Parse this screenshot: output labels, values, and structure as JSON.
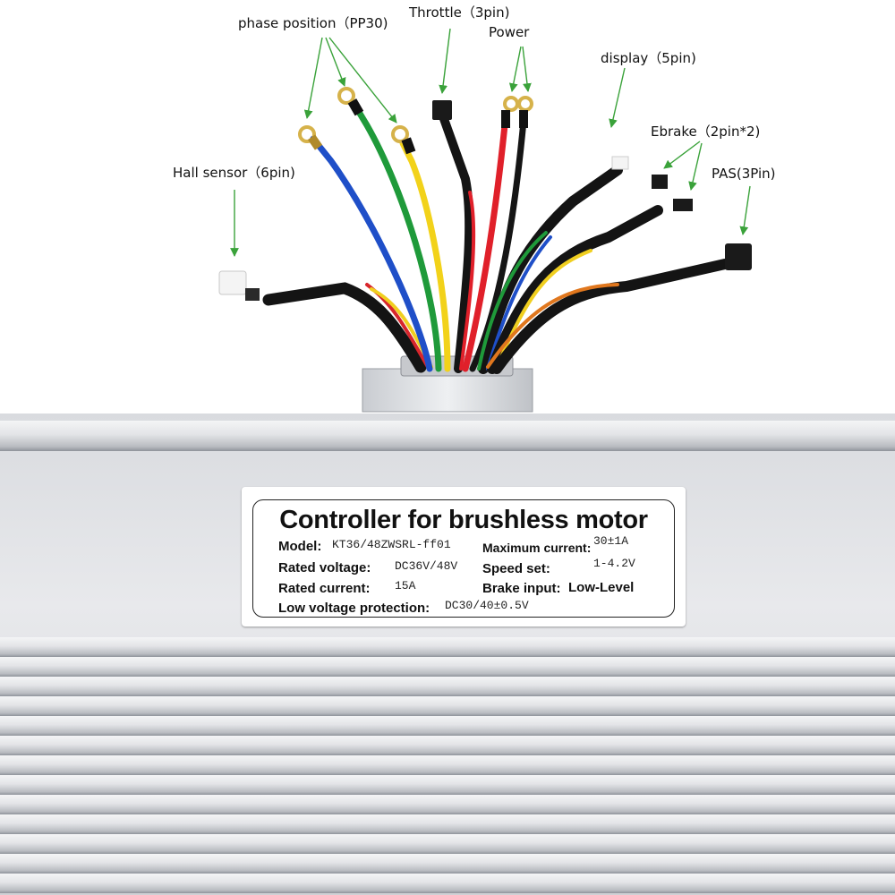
{
  "callouts": {
    "phase_position": "phase position（PP30)",
    "throttle": "Throttle（3pin)",
    "power": "Power",
    "display": "display（5pin)",
    "ebrake": "Ebrake（2pin*2)",
    "hall_sensor": "Hall sensor（6pin)",
    "pas": "PAS(3Pin)"
  },
  "label": {
    "title": "Controller for brushless motor",
    "model_key": "Model:",
    "model_value": "KT36/48ZWSRL-ff01",
    "max_current_key": "Maximum current:",
    "max_current_value": "30±1A",
    "rated_voltage_key": "Rated voltage:",
    "rated_voltage_value": "DC36V/48V",
    "speed_set_key": "Speed set:",
    "speed_set_value": "1-4.2V",
    "rated_current_key": "Rated current:",
    "rated_current_value": "15A",
    "brake_input_key": "Brake input:",
    "brake_input_value": "Low-Level",
    "low_voltage_key": "Low voltage protection:",
    "low_voltage_value": "DC30/40±0.5V"
  },
  "colors": {
    "arrow": "#3aa23a",
    "wire_blue": "#1f4fc8",
    "wire_green": "#1f9a3a",
    "wire_yellow": "#f2d21a",
    "wire_red": "#e0202a",
    "wire_black": "#151515",
    "housing": "#dcdee2",
    "label_bg": "#ffffff"
  }
}
